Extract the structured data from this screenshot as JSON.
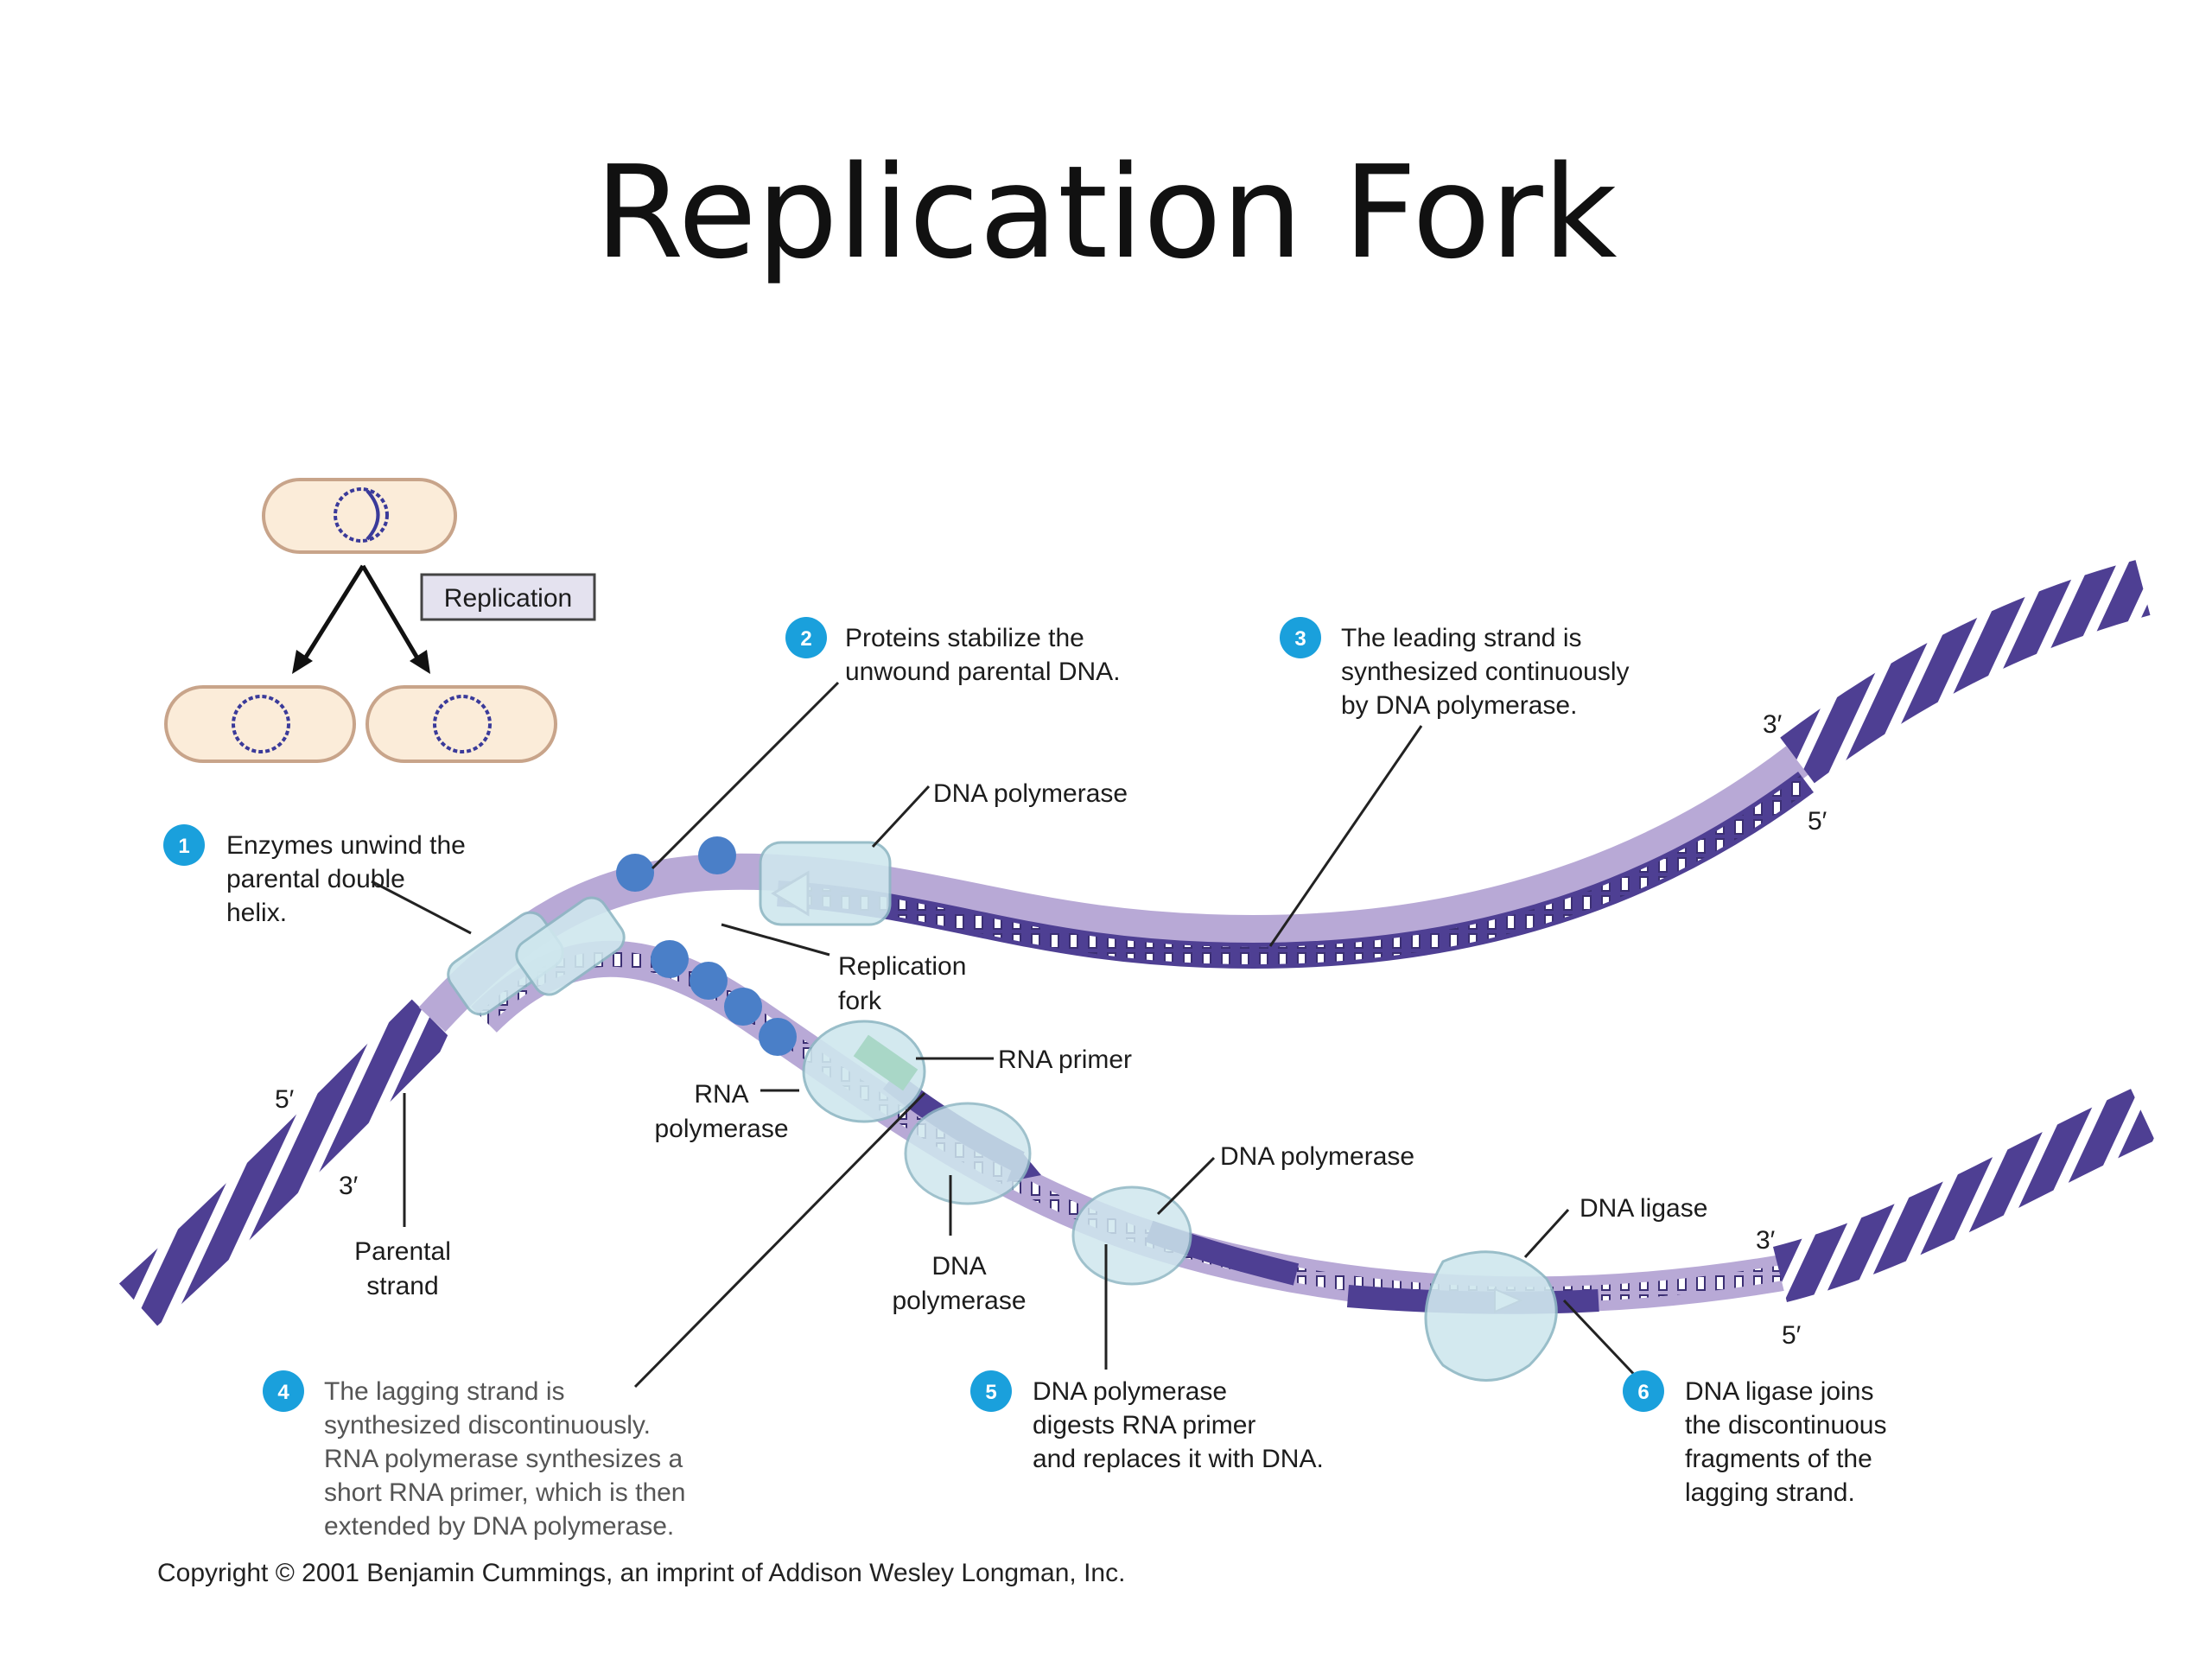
{
  "title": "Replication Fork",
  "inset": {
    "replication_label": "Replication"
  },
  "steps": [
    {
      "num": "1",
      "lines": [
        "Enzymes unwind the",
        "parental double",
        "helix."
      ]
    },
    {
      "num": "2",
      "lines": [
        "Proteins stabilize the",
        "unwound parental DNA."
      ]
    },
    {
      "num": "3",
      "lines": [
        "The leading strand is",
        "synthesized continuously",
        "by DNA polymerase."
      ]
    },
    {
      "num": "4",
      "lines": [
        "The lagging strand is",
        "synthesized discontinuously.",
        "RNA polymerase synthesizes a",
        "short RNA primer, which is then",
        "extended by DNA polymerase."
      ]
    },
    {
      "num": "5",
      "lines": [
        "DNA polymerase",
        "digests RNA primer",
        "and replaces it with DNA."
      ]
    },
    {
      "num": "6",
      "lines": [
        "DNA ligase joins",
        "the discontinuous",
        "fragments of the",
        "lagging strand."
      ]
    }
  ],
  "labels": {
    "dna_pol_top": "DNA polymerase",
    "replication_fork": [
      "Replication",
      "fork"
    ],
    "rna_primer": "RNA primer",
    "rna_polymerase": [
      "RNA",
      "polymerase"
    ],
    "dna_polymerase_mid": [
      "DNA",
      "polymerase"
    ],
    "dna_pol_lower": "DNA polymerase",
    "dna_ligase": "DNA ligase",
    "parental_strand": [
      "Parental",
      "strand"
    ]
  },
  "primes": {
    "left_5": "5′",
    "left_3": "3′",
    "top_3": "3′",
    "top_5": "5′",
    "bottom_3": "3′",
    "bottom_5": "5′"
  },
  "copyright": "Copyright © 2001 Benjamin Cummings, an imprint of Addison Wesley Longman, Inc.",
  "colors": {
    "strand_light": "#b8a9d6",
    "strand_dark": "#4e3f93",
    "strand_edge": "#3b2f73",
    "enzyme": "#cfe7ee",
    "enzyme_edge": "#8fb7c4",
    "ssb": "#4a7fc8",
    "badge": "#1aa0dc",
    "cell_fill": "#fbecd9",
    "cell_edge": "#c8a48a",
    "plasmid": "#3a3a9a"
  }
}
